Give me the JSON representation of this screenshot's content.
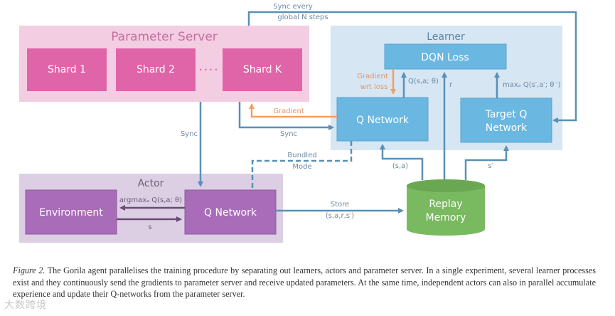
{
  "colors": {
    "param_server_bg": "#f3cde2",
    "shard": "#e064a8",
    "learner_bg": "#d6e6f3",
    "learner_box": "#6ab7e1",
    "actor_bg": "#dccfe4",
    "actor_box": "#a96cb9",
    "replay": "#79b960",
    "replay_top": "#6aa752",
    "sync_edge": "#5a90b5",
    "gradient_edge": "#f0a064",
    "actor_edge": "#6b4a78",
    "group_label_ps": "#c86ea1",
    "group_label_learner": "#5d87a6",
    "group_label_actor": "#6f5c7a",
    "edge_label": "#6c8aa3"
  },
  "parameter_server": {
    "title": "Parameter Server",
    "shards": [
      "Shard 1",
      "Shard 2",
      "Shard K"
    ],
    "ellipsis": "• • • •"
  },
  "learner": {
    "title": "Learner",
    "dqn_loss": "DQN Loss",
    "q_network": "Q Network",
    "target_q_network": [
      "Target Q",
      "Network"
    ]
  },
  "actor": {
    "title": "Actor",
    "environment": "Environment",
    "q_network": "Q Network"
  },
  "replay_memory": [
    "Replay",
    "Memory"
  ],
  "edge_labels": {
    "sync_every": [
      "Sync every",
      "global N steps"
    ],
    "gradient_wrt_loss": [
      "Gradient",
      "wrt loss"
    ],
    "q_sa_theta": "Q(s,a; θ)",
    "r": "r",
    "max_q_target": "maxₐ Q(s′,a′; θ⁻)",
    "gradient": "Gradient",
    "sync_learner": "Sync",
    "sync_actor": "Sync",
    "bundled_mode": [
      "Bundled",
      "Mode"
    ],
    "s_a": "(s,a)",
    "s_prime": "s′",
    "argmax": "argmaxₐ Q(s,a; θ)",
    "s": "s",
    "store": [
      "Store",
      "(s,a,r,s′)"
    ]
  },
  "caption": {
    "lead": "Figure 2.",
    "text": " The Gorila agent parallelises the training procedure by separating out learners, actors and parameter server. In a single experiment, several learner processes exist and they continuously send the gradients to parameter server and receive updated parameters. At the same time, independent actors can also in parallel accumulate experience and update their Q-networks from the parameter server."
  },
  "watermark": "大数跨境"
}
